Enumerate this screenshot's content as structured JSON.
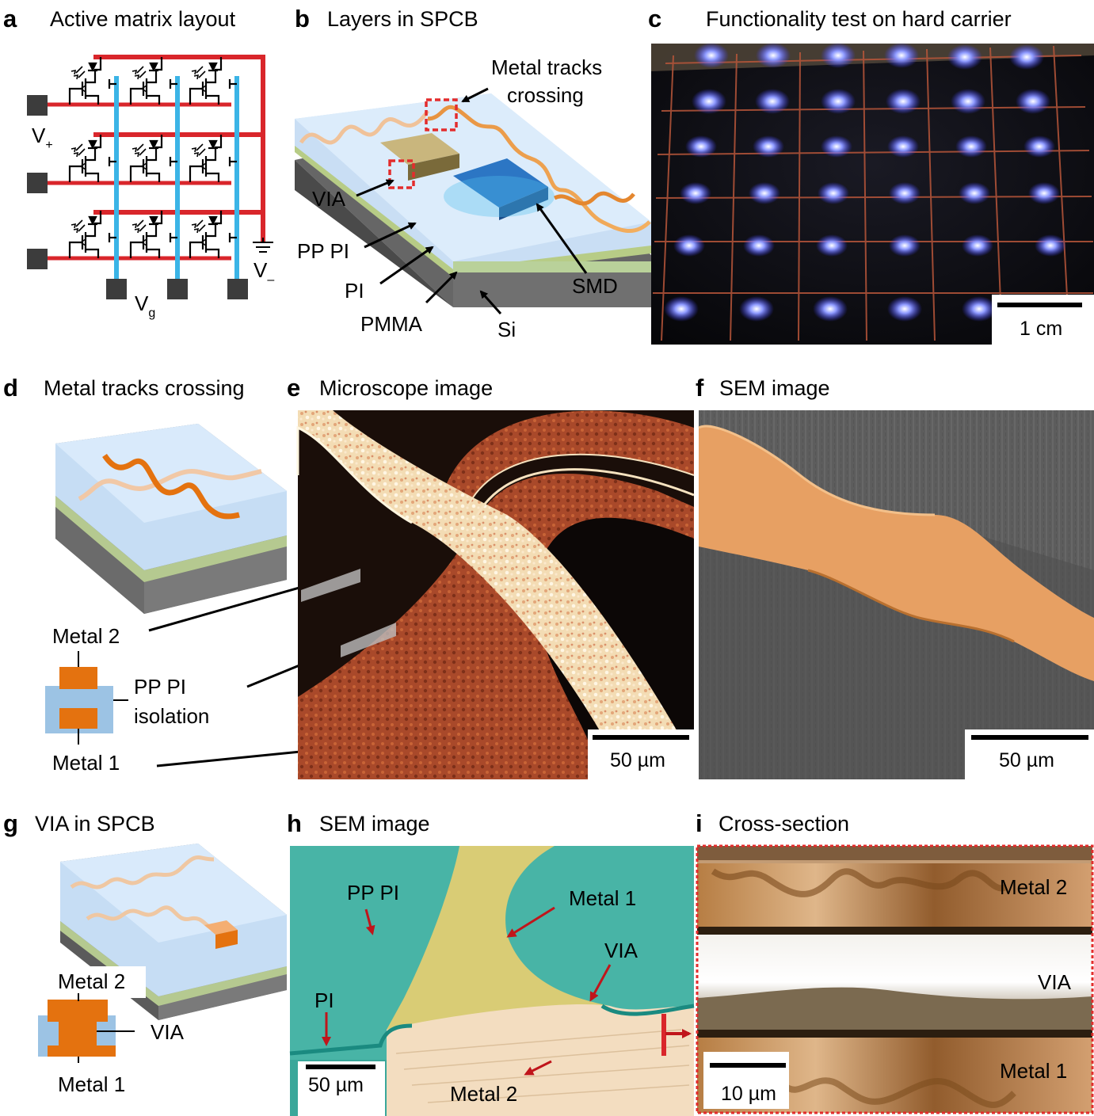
{
  "panels": {
    "a": {
      "letter": "a",
      "title": "Active matrix layout",
      "vplus": "V",
      "vplus_sub": "+",
      "vminus": "V",
      "vminus_sub": "–",
      "vg": "V",
      "vg_sub": "g"
    },
    "b": {
      "letter": "b",
      "title": "Layers in SPCB",
      "crossing_1": "Metal tracks",
      "crossing_2": "crossing",
      "via": "VIA",
      "pppi": "PP PI",
      "pi": "PI",
      "pmma": "PMMA",
      "si": "Si",
      "smd": "SMD"
    },
    "c": {
      "letter": "c",
      "title": "Functionality test on hard carrier",
      "scale": "1 cm"
    },
    "d": {
      "letter": "d",
      "title": "Metal tracks crossing",
      "metal2": "Metal 2",
      "isolation_1": "PP PI",
      "isolation_2": "isolation",
      "metal1": "Metal 1"
    },
    "e": {
      "letter": "e",
      "title": "Microscope image",
      "scale": "50 µm"
    },
    "f": {
      "letter": "f",
      "title": "SEM image",
      "scale": "50 µm"
    },
    "g": {
      "letter": "g",
      "title": "VIA in SPCB",
      "metal2": "Metal 2",
      "via": "VIA",
      "metal1": "Metal 1"
    },
    "h": {
      "letter": "h",
      "title": "SEM image",
      "pppi": "PP PI",
      "metal1": "Metal 1",
      "via": "VIA",
      "pi": "PI",
      "metal2": "Metal 2",
      "scale": "50 µm"
    },
    "i": {
      "letter": "i",
      "title": "Cross-section",
      "metal2": "Metal 2",
      "via": "VIA",
      "metal1": "Metal 1",
      "scale": "10 µm"
    }
  },
  "colors": {
    "red_line": "#d9262b",
    "blue_line": "#3bb4e6",
    "orange_metal": "#e4720f",
    "pppi_blue": "#9cc3e4",
    "teal": "#3aa79a",
    "pad": "#3c3c3c"
  },
  "icons": [
    "transistor-icon",
    "led-icon",
    "ground-icon",
    "arrow-icon"
  ]
}
